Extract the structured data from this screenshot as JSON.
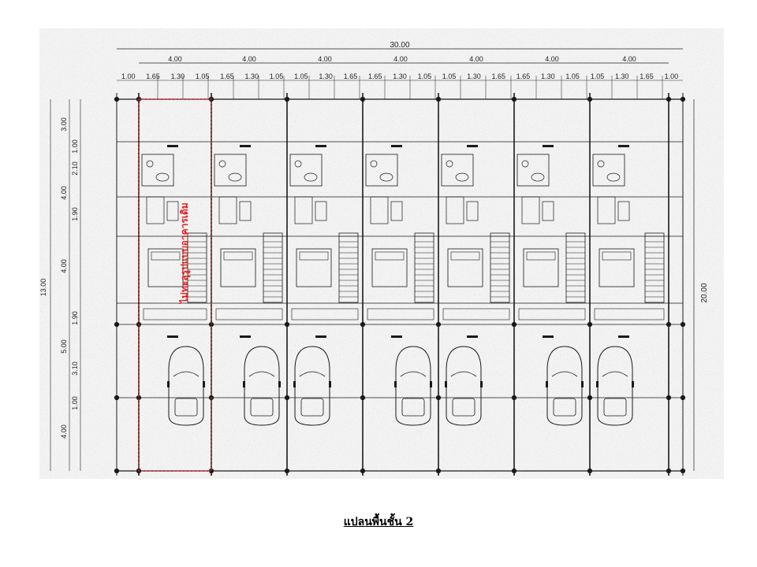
{
  "drawing": {
    "caption": "แปลนพื้นชั้น 2",
    "red_note": "ไม่ทะลุรูปแบบอาคารเดิม",
    "overall_width": "30.00",
    "overall_depth": "20.00",
    "unit_widths": [
      "4.00",
      "4.00",
      "4.00",
      "4.00",
      "4.00",
      "4.00",
      "4.00"
    ],
    "sub_dims": [
      "1.00",
      "1.65",
      "1.30",
      "1.05",
      "1.65",
      "1.30",
      "1.05",
      "1.05",
      "1.30",
      "1.65",
      "1.65",
      "1.30",
      "1.05",
      "1.05",
      "1.30",
      "1.65",
      "1.65",
      "1.30",
      "1.05",
      "1.05",
      "1.30",
      "1.65",
      "1.00"
    ],
    "left_dims": [
      "3.00",
      "1.00",
      "2.10",
      "4.00",
      "1.90",
      "13.00",
      "4.00",
      "1.90",
      "5.00",
      "3.10",
      "1.00",
      "4.00"
    ],
    "accent_color": "#e02020",
    "line_color": "#1a1a1a"
  }
}
